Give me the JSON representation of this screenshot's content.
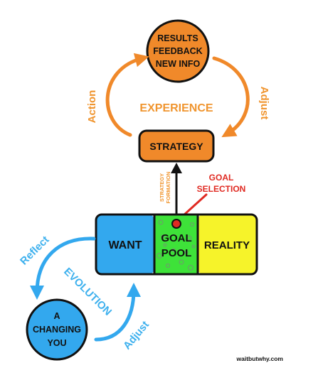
{
  "colors": {
    "orange": "#f0892a",
    "orange_text": "#f0952f",
    "blue": "#33a8ee",
    "blue_text": "#3fb1ee",
    "green": "#3ee239",
    "yellow": "#f6f32a",
    "red": "#e02a22",
    "black": "#111111",
    "white": "#ffffff"
  },
  "top_cycle": {
    "results_lines": [
      "RESULTS",
      "FEEDBACK",
      "NEW INFO"
    ],
    "action_label": "Action",
    "adjust_label": "Adjust",
    "experience_label": "EXPERIENCE",
    "strategy_label": "STRATEGY"
  },
  "middle": {
    "strategy_formation_lines": [
      "STRATEGY",
      "FORMATION"
    ],
    "goal_selection_lines": [
      "GOAL",
      "SELECTION"
    ]
  },
  "bar": {
    "want_label": "WANT",
    "goal_pool_lines": [
      "GOAL",
      "POOL"
    ],
    "reality_label": "REALITY"
  },
  "bottom_cycle": {
    "reflect_label": "Reflect",
    "evolution_label": "EVOLUTION",
    "adjust_label": "Adjust",
    "changing_you_lines": [
      "A",
      "CHANGING",
      "YOU"
    ]
  },
  "credit": "waitbutwhy.com"
}
